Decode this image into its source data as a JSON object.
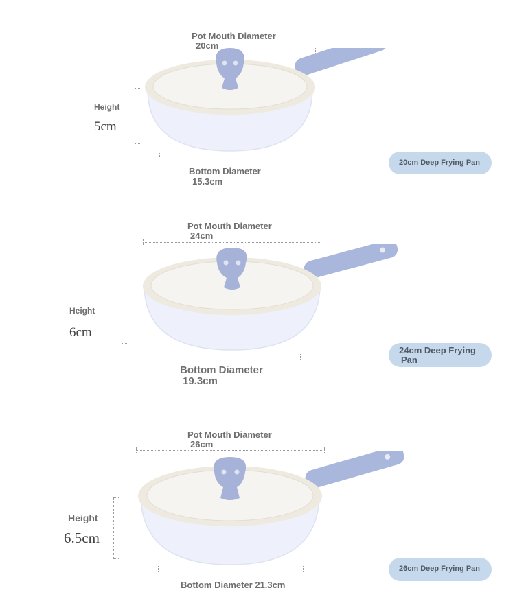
{
  "pans": [
    {
      "pot_mouth_label": "Pot Mouth Diameter",
      "pot_mouth_value": "20cm",
      "height_label": "Height",
      "height_value": "5cm",
      "bottom_label": "Bottom Diameter",
      "bottom_value": "15.3cm",
      "product_name": "20cm Deep Frying Pan"
    },
    {
      "pot_mouth_label": "Pot Mouth Diameter",
      "pot_mouth_value": "24cm",
      "height_label": "Height",
      "height_value": "6cm",
      "bottom_label": "Bottom Diameter",
      "bottom_value": "19.3cm",
      "product_name_line1": "24cm Deep Frying",
      "product_name_line2": "Pan"
    },
    {
      "pot_mouth_label": "Pot Mouth Diameter",
      "pot_mouth_value": "26cm",
      "height_label": "Height",
      "height_value": "6.5cm",
      "bottom_label": "Bottom Diameter 21.3cm",
      "product_name": "26cm Deep Frying Pan"
    }
  ],
  "colors": {
    "pill_bg": "#c6d8ec",
    "pan_body": "#eef1fb",
    "lid_rim": "#efeadf",
    "handle": "#a9b7dc",
    "knob": "#a7b2d8"
  }
}
